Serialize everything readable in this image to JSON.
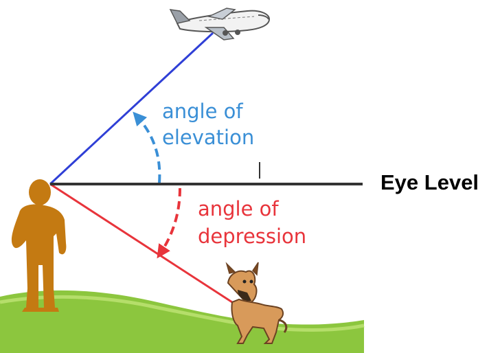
{
  "diagram": {
    "eye_level_label": "Eye Level",
    "elevation_label": {
      "line1": "angle of",
      "line2": "elevation"
    },
    "depression_label": {
      "line1": "angle of",
      "line2": "depression"
    },
    "colors": {
      "elevation": "#3a8fd6",
      "depression": "#e8343b",
      "sightline_up": "#2f3fd6",
      "eye_level_line": "#333333",
      "grass": "#8cc63e",
      "person": "#c47a12",
      "dog": "#d89a5a"
    },
    "icons": [
      "airplane-icon",
      "person-icon",
      "dog-icon"
    ]
  }
}
